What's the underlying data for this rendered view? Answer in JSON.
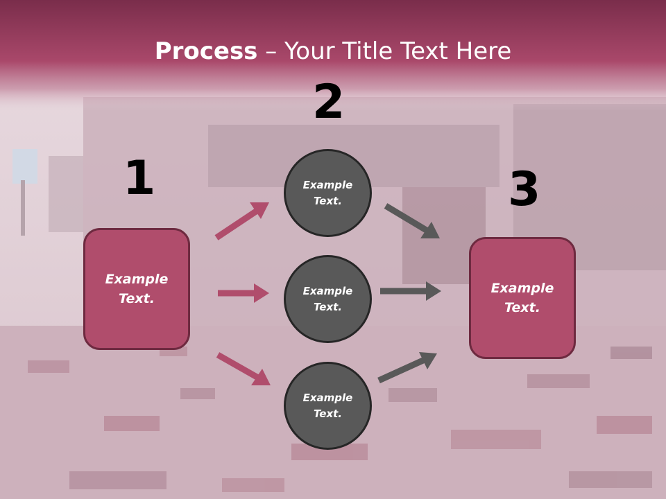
{
  "slide": {
    "title_bold": "Process",
    "title_rest": " – Your Title Text Here",
    "step_numbers": [
      "1",
      "2",
      "3"
    ],
    "left_box": {
      "line1": "Example",
      "line2": "Text."
    },
    "right_box": {
      "line1": "Example",
      "line2": "Text."
    },
    "circles": [
      {
        "line1": "Example",
        "line2": "Text."
      },
      {
        "line1": "Example",
        "line2": "Text."
      },
      {
        "line1": "Example",
        "line2": "Text."
      }
    ]
  },
  "colors": {
    "accent": "#b04d6c",
    "accent_border": "#6e2a40",
    "circle_fill": "#595959",
    "circle_border": "#262626",
    "pink_arrow": "#b04d6c",
    "gray_arrow": "#595959"
  }
}
